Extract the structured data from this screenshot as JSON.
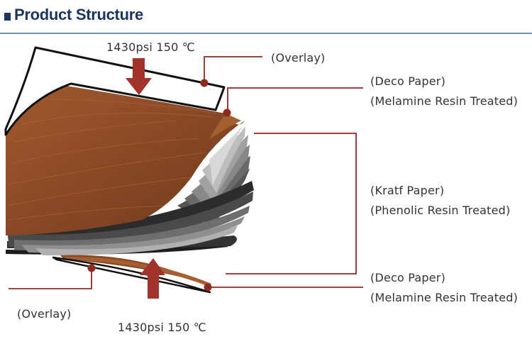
{
  "header": {
    "title": "Product Structure",
    "accent_color": "#1a3560",
    "rule_color": "#6f8fb7"
  },
  "press_top": {
    "label": "1430psi 150 ℃",
    "arrow_color": "#a2332b"
  },
  "press_bottom": {
    "label": "1430psi 150 ℃",
    "arrow_color": "#a2332b"
  },
  "layers": {
    "overlay_top": {
      "label": "(Overlay)"
    },
    "deco_top": {
      "line1": "(Deco Paper)",
      "line2": "(Melamine Resin Treated)"
    },
    "kraft": {
      "line1": "(Kratf Paper)",
      "line2": "(Phenolic Resin Treated)"
    },
    "deco_bottom": {
      "line1": "(Deco Paper)",
      "line2": "(Melamine Resin Treated)"
    },
    "overlay_bottom": {
      "label": "(Overlay)"
    }
  },
  "colors": {
    "leader": "#8e2a22",
    "wood": "#8c4a26",
    "kraft_dark": "#2a2a2a",
    "kraft_light": "#b5b5b5"
  }
}
